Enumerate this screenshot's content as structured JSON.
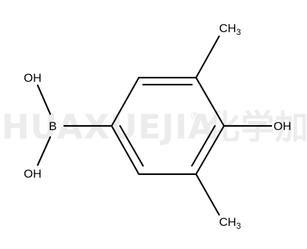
{
  "watermark": {
    "text": "HUAXUEJIA",
    "registered": "®",
    "cjk": "化学加"
  },
  "molecule": {
    "atoms": {
      "boron": "B",
      "hydroxyl_top": "OH",
      "hydroxyl_bottom": "OH",
      "hydroxyl_ring": "OH",
      "methyl_top": {
        "main": "CH",
        "sub": "3"
      },
      "methyl_bottom": {
        "main": "CH",
        "sub": "3"
      }
    }
  }
}
